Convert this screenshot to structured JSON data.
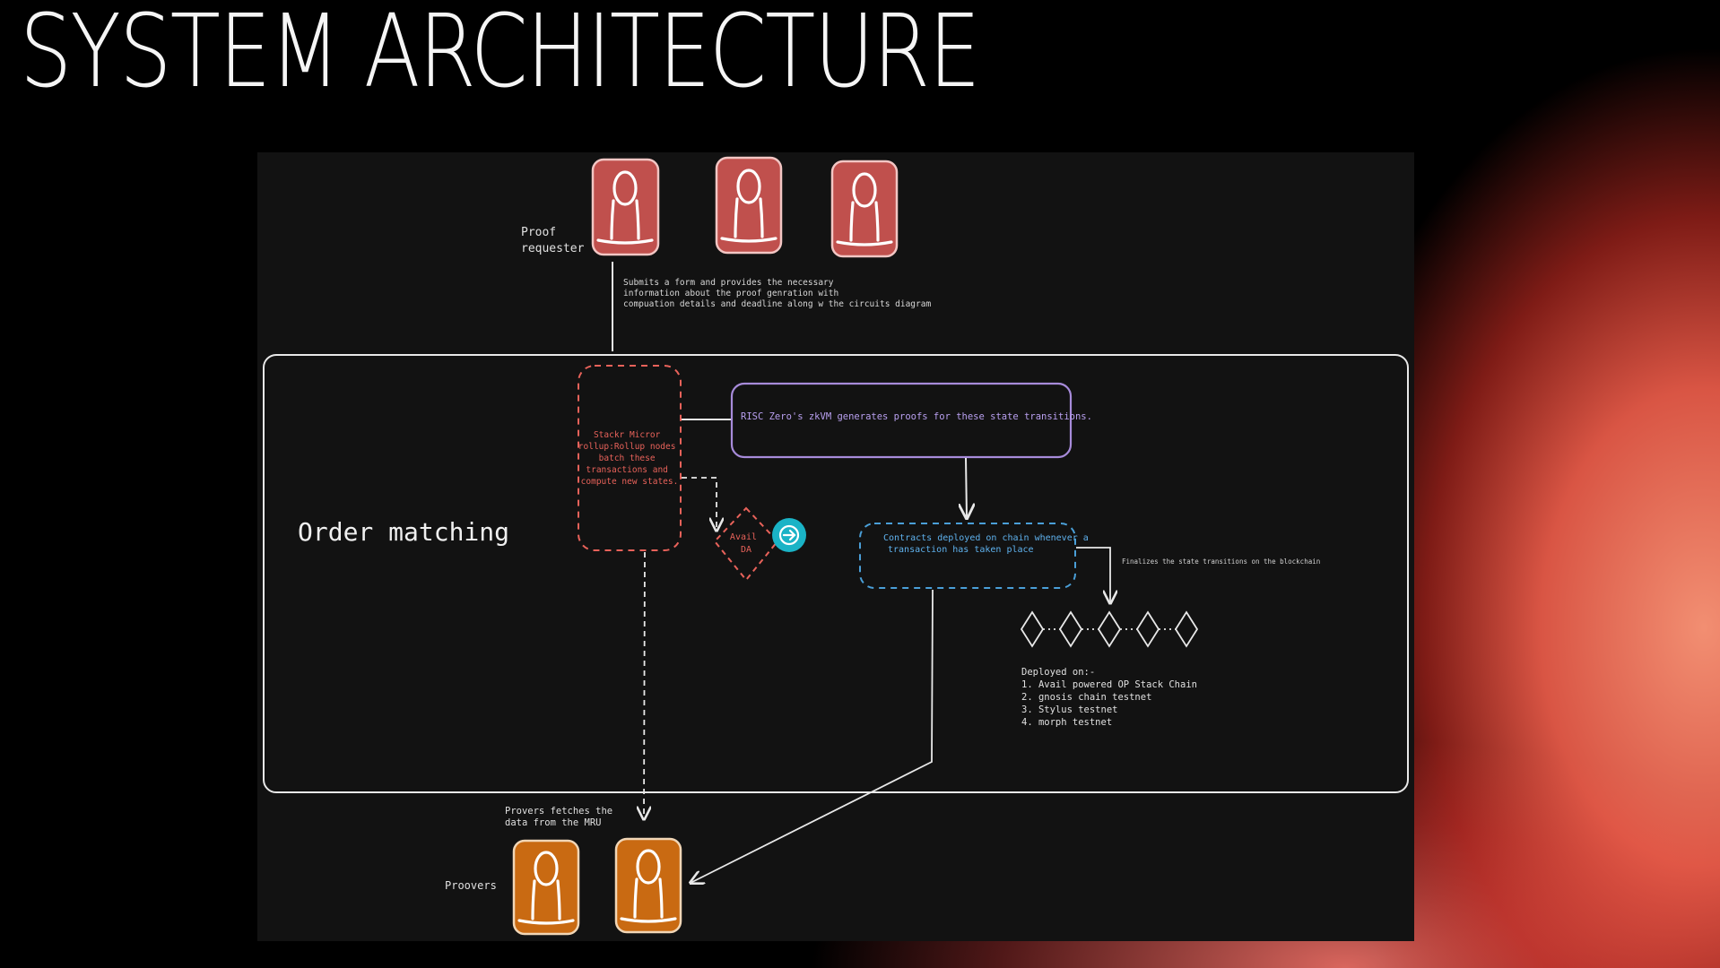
{
  "title": "SYSTEM ARCHITECTURE",
  "diagram": {
    "proof_requester_label": [
      "Proof",
      "requester"
    ],
    "submit_note": [
      "Submits a form and provides the necessary",
      "information about the proof genration with",
      "compuation details and deadline along w the circuits diagram"
    ],
    "order_matching_label": "Order matching",
    "stackr_box": [
      "Stackr Micror",
      "rollup:Rollup nodes",
      "batch these",
      "transactions and",
      "compute new states."
    ],
    "risc_zero_box": "RISC Zero's zkVM generates proofs for these state transitions.",
    "avail_da": [
      "Avail",
      "DA"
    ],
    "contracts_box": [
      "Contracts deployed on chain whenever a",
      "transaction has taken place"
    ],
    "finalize_note": "Finalizes the state transitions on the blockchain",
    "deployed_on": [
      "Deployed on:-",
      "1. Avail powered OP Stack Chain",
      "2. gnosis chain testnet",
      "3. Stylus testnet",
      "4. morph testnet"
    ],
    "provers_fetch_note": [
      "Provers fetches the",
      "data from the MRU"
    ],
    "provers_label": "Proovers"
  },
  "colors": {
    "requester_fill": "#c0504d",
    "prover_fill": "#c96a12",
    "stackr_stroke": "#e8625a",
    "risc_stroke": "#a78bda",
    "contracts_stroke": "#4a9fd8",
    "avail_button": "#1ab3c6"
  },
  "icons": [
    "person-icon",
    "arrow-right-circle-icon",
    "diamond-icon"
  ]
}
